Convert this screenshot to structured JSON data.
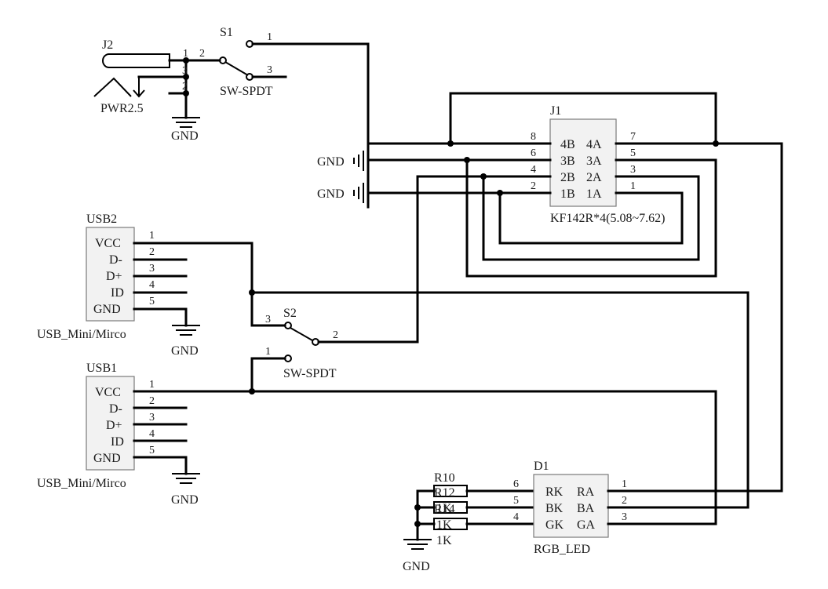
{
  "j2": {
    "ref": "J2",
    "value": "PWR2.5",
    "pins": [
      "1",
      "2",
      "3"
    ]
  },
  "s1": {
    "ref": "S1",
    "value": "SW-SPDT",
    "pins": [
      "1",
      "2",
      "3"
    ]
  },
  "s2": {
    "ref": "S2",
    "value": "SW-SPDT",
    "pins": [
      "1",
      "2",
      "3"
    ]
  },
  "gnd": "GND",
  "j1": {
    "ref": "J1",
    "value": "KF142R*4(5.08~7.62)",
    "left_pins": [
      {
        "num": "8",
        "name": "4B"
      },
      {
        "num": "6",
        "name": "3B"
      },
      {
        "num": "4",
        "name": "2B"
      },
      {
        "num": "2",
        "name": "1B"
      }
    ],
    "right_pins": [
      {
        "num": "7",
        "name": "4A"
      },
      {
        "num": "5",
        "name": "3A"
      },
      {
        "num": "3",
        "name": "2A"
      },
      {
        "num": "1",
        "name": "1A"
      }
    ]
  },
  "usb2": {
    "ref": "USB2",
    "value": "USB_Mini/Mirco",
    "pins": [
      {
        "num": "1",
        "name": "VCC"
      },
      {
        "num": "2",
        "name": "D-"
      },
      {
        "num": "3",
        "name": "D+"
      },
      {
        "num": "4",
        "name": "ID"
      },
      {
        "num": "5",
        "name": "GND"
      }
    ]
  },
  "usb1": {
    "ref": "USB1",
    "value": "USB_Mini/Mirco",
    "pins": [
      {
        "num": "1",
        "name": "VCC"
      },
      {
        "num": "2",
        "name": "D-"
      },
      {
        "num": "3",
        "name": "D+"
      },
      {
        "num": "4",
        "name": "ID"
      },
      {
        "num": "5",
        "name": "GND"
      }
    ]
  },
  "resistors": {
    "r10": "R10",
    "r12": "R12",
    "r14": "R14",
    "v1": "1K",
    "v2": "1K",
    "v3": "1K"
  },
  "d1": {
    "ref": "D1",
    "value": "RGB_LED",
    "left_pins": [
      {
        "num": "6",
        "name": "RK"
      },
      {
        "num": "5",
        "name": "BK"
      },
      {
        "num": "4",
        "name": "GK"
      }
    ],
    "right_pins": [
      {
        "num": "1",
        "name": "RA"
      },
      {
        "num": "2",
        "name": "BA"
      },
      {
        "num": "3",
        "name": "GA"
      }
    ]
  }
}
